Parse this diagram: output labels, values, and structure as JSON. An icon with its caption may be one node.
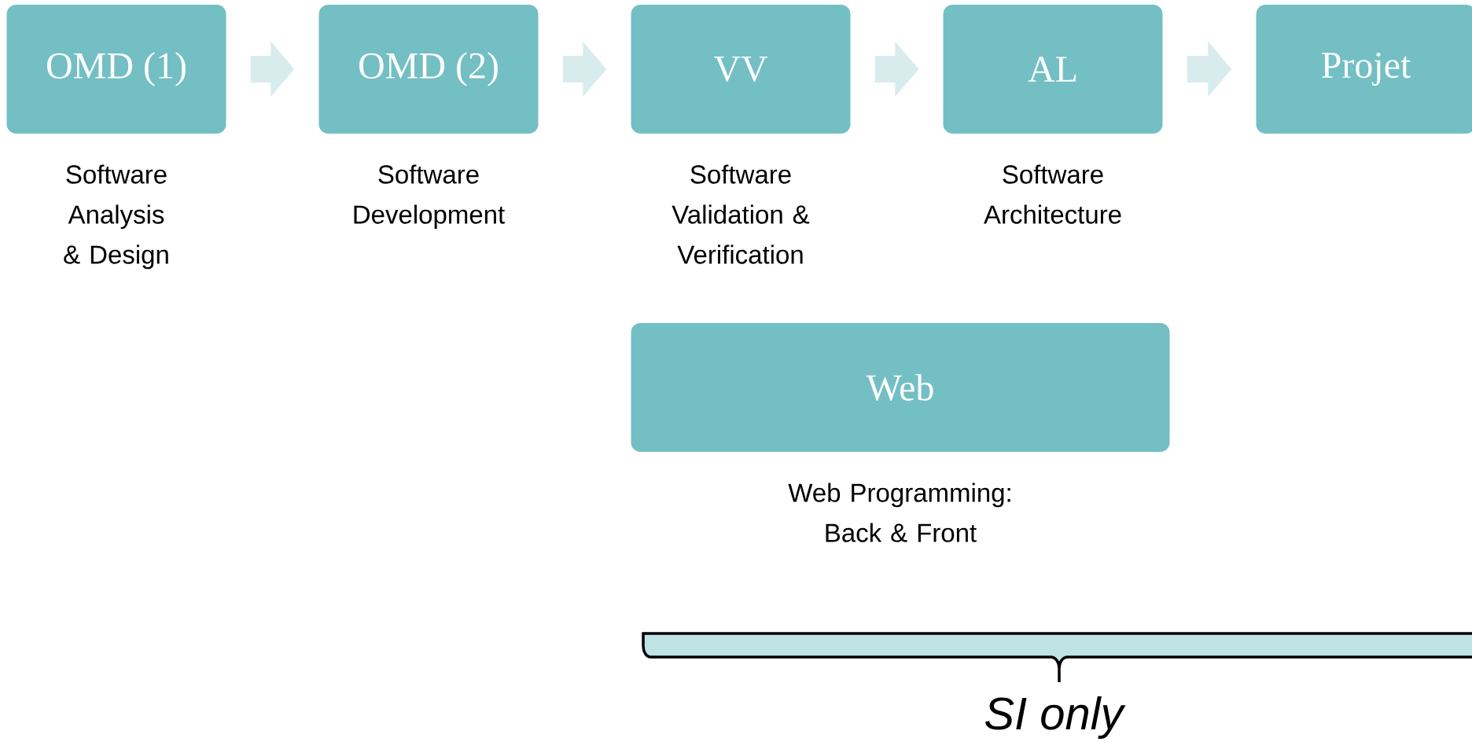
{
  "diagram": {
    "nodes": [
      {
        "text": [
          "OMD (1)"
        ],
        "beside": [
          "Software Analysis & Design"
        ]
      },
      {
        "text": [
          "OMD (2)"
        ],
        "beside": [
          "Software Development"
        ]
      },
      {
        "text": [
          "VV"
        ],
        "beside": [
          "Software Validation & Verification"
        ]
      },
      {
        "text": [
          "AL"
        ],
        "beside": [
          "Software Architecture"
        ]
      },
      {
        "text": [
          "Projet"
        ]
      },
      {
        "text": [
          "Web"
        ],
        "beside": [
          "Web Programming: Back & Front"
        ]
      }
    ],
    "edges": [
      {
        "from": 0,
        "to": 1,
        "arrow": "to"
      },
      {
        "from": 1,
        "to": 2,
        "arrow": "to"
      },
      {
        "from": 2,
        "to": 3,
        "arrow": "to"
      },
      {
        "from": 3,
        "to": 4,
        "arrow": "to"
      }
    ],
    "labels": [
      "SI only"
    ]
  }
}
